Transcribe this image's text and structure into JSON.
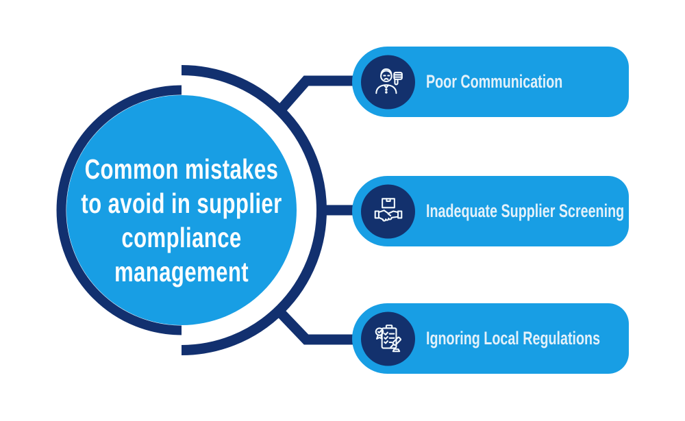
{
  "title": {
    "lines": [
      "Common mistakes",
      "to avoid in supplier",
      "compliance",
      "management"
    ]
  },
  "items": [
    {
      "label": "Poor Communication",
      "icon": "person-thumbs-down-icon"
    },
    {
      "label": "Inadequate Supplier Screening",
      "icon": "handshake-package-icon"
    },
    {
      "label": "Ignoring Local Regulations",
      "icon": "clipboard-gavel-icon"
    }
  ],
  "colors": {
    "azure": "#189EE4",
    "navy": "#12306F",
    "icon_circle": "#13316D",
    "card_text": "#E3F1FA",
    "title_text": "#FAFDFE",
    "background": "#FFFFFF",
    "icon_stroke": "#F4FAFD"
  }
}
